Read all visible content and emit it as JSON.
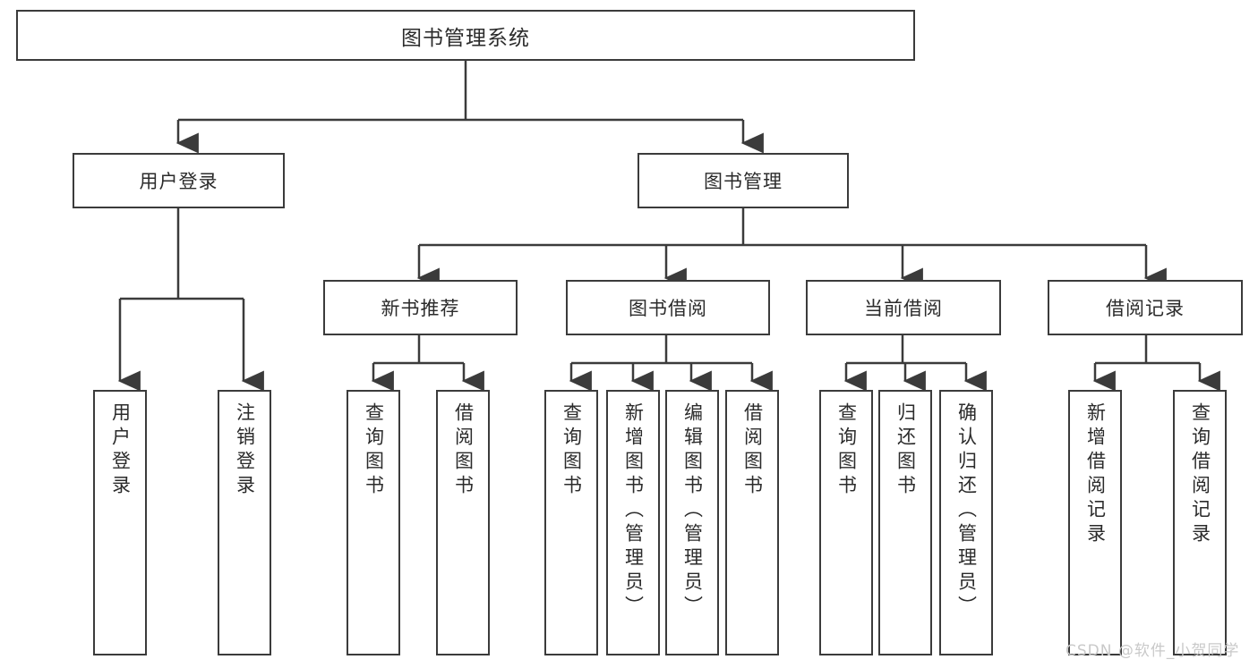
{
  "diagram": {
    "title": "图书管理系统",
    "watermark": "CSDN @软件_小贺同学",
    "colors": {
      "border": "#3b3b3b",
      "text": "#2b2b2b",
      "background": "#ffffff",
      "watermark": "#c9c9c9"
    },
    "root": {
      "label": "图书管理系统"
    },
    "level2": [
      {
        "label": "用户登录"
      },
      {
        "label": "图书管理"
      }
    ],
    "level3": [
      {
        "label": "新书推荐"
      },
      {
        "label": "图书借阅"
      },
      {
        "label": "当前借阅"
      },
      {
        "label": "借阅记录"
      }
    ],
    "leaves": {
      "user_login": [
        {
          "label": "用户登录"
        },
        {
          "label": "注销登录"
        }
      ],
      "new_book_recommend": [
        {
          "label": "查询图书"
        },
        {
          "label": "借阅图书"
        }
      ],
      "book_borrow": [
        {
          "label": "查询图书"
        },
        {
          "label": "新增图书（管理员）"
        },
        {
          "label": "编辑图书（管理员）"
        },
        {
          "label": "借阅图书"
        }
      ],
      "current_borrow": [
        {
          "label": "查询图书"
        },
        {
          "label": "归还图书"
        },
        {
          "label": "确认归还（管理员）"
        }
      ],
      "borrow_record": [
        {
          "label": "新增借阅记录"
        },
        {
          "label": "查询借阅记录"
        }
      ]
    }
  }
}
